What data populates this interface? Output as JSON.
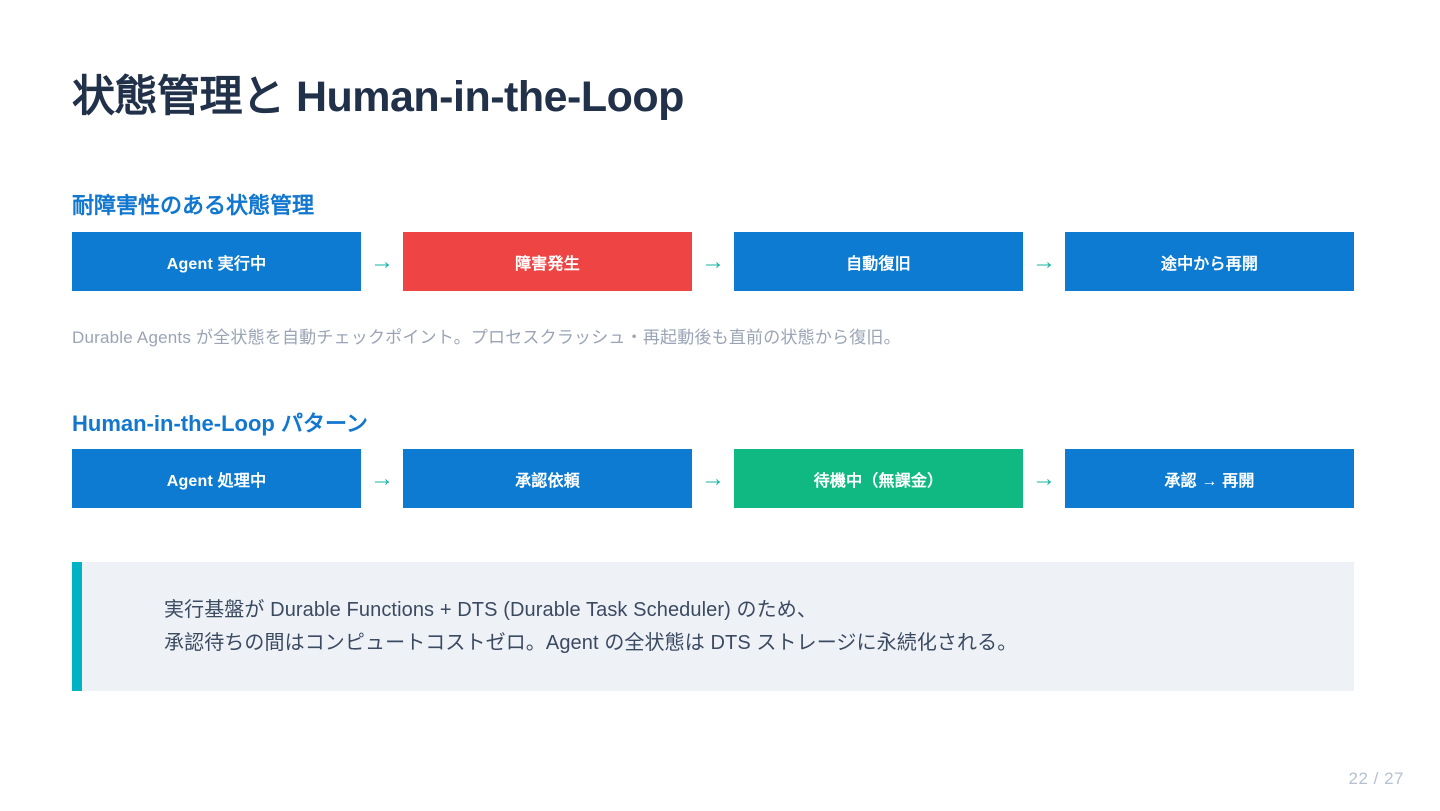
{
  "slide": {
    "title": "状態管理と Human-in-the-Loop",
    "page_number": "22 / 27"
  },
  "colors": {
    "title": "#22314a",
    "heading": "#1277cf",
    "box_blue": "#0c7bd1",
    "box_red": "#ef4444",
    "box_green": "#10b981",
    "arrow": "#17b6a6",
    "caption": "#9aa4b5",
    "callout_bg": "#eef2f7",
    "callout_bar": "#00b3c4",
    "callout_text": "#3b4a60",
    "page_number": "#b6c0cf"
  },
  "sections": [
    {
      "heading": "耐障害性のある状態管理",
      "flow": {
        "arrow": "→",
        "steps": [
          {
            "label": "Agent 実行中",
            "state": "blue"
          },
          {
            "label": "障害発生",
            "state": "red"
          },
          {
            "label": "自動復旧",
            "state": "blue"
          },
          {
            "label": "途中から再開",
            "state": "blue"
          }
        ]
      },
      "caption": "Durable Agents が全状態を自動チェックポイント。プロセスクラッシュ・再起動後も直前の状態から復旧。"
    },
    {
      "heading": "Human-in-the-Loop パターン",
      "flow": {
        "arrow": "→",
        "steps": [
          {
            "label": "Agent 処理中",
            "state": "blue"
          },
          {
            "label": "承認依頼",
            "state": "blue"
          },
          {
            "label": "待機中（無課金）",
            "state": "green"
          },
          {
            "label": "承認 → 再開",
            "state": "blue"
          }
        ]
      }
    }
  ],
  "callout": {
    "text": "実行基盤が Durable Functions + DTS (Durable Task Scheduler) のため、\n承認待ちの間はコンピュートコストゼロ。Agent の全状態は DTS ストレージに永続化される。"
  }
}
